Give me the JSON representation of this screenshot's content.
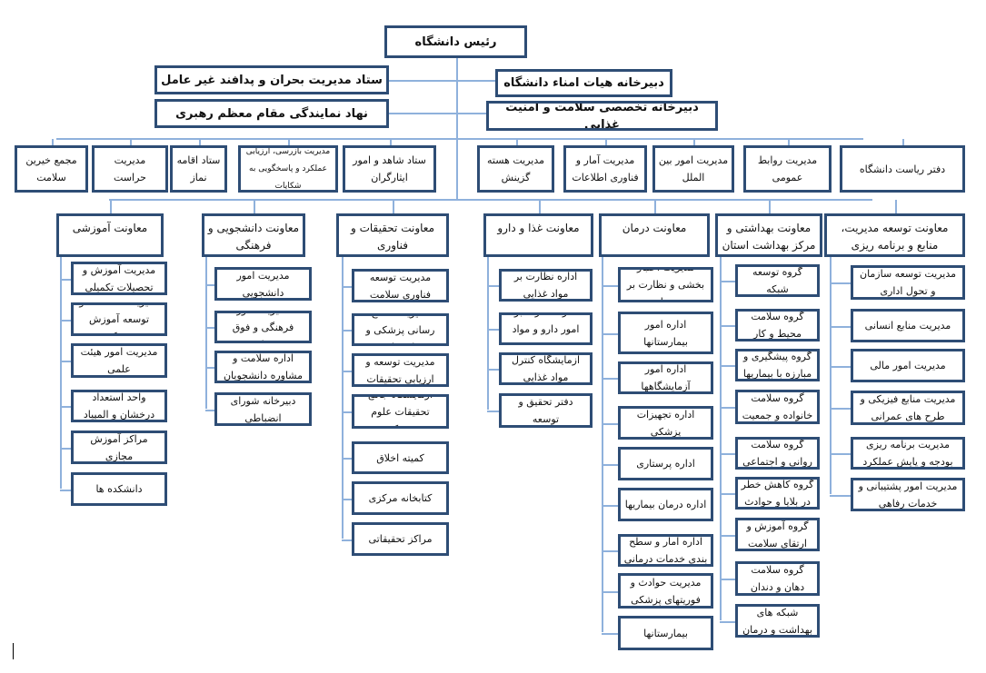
{
  "root": "رئیس دانشگاه",
  "staff_left": [
    "ستاد مدیریت بحران و پدافند غیر عامل",
    "نهاد نمایندگی مقام معظم رهبری"
  ],
  "staff_right": [
    "دبیرخانه هیات امناء دانشگاه",
    "دبیرخانه تخصصی سلامت و امنیت غذایی"
  ],
  "offices": [
    "مجمع خیرین سلامت",
    "مدیریت حراست",
    "ستاد اقامه نماز",
    "مدیریت بازرسی، ارزیابی عملکرد و پاسخگویی به شکایات",
    "ستاد شاهد و امور ایثارگران",
    "مدیریت هسته گزینش",
    "مدیریت آمار و فناوری اطلاعات",
    "مدیریت امور بین الملل",
    "مدیریت روابط عمومی",
    "دفتر ریاست دانشگاه"
  ],
  "deputies": [
    {
      "title": "معاونت آموزشی",
      "units": [
        "مدیریت آموزش و تحصیلات تکمیلی",
        "مدیریت مطالعات و توسعه آموزش پزشکی",
        "مدیریت امور هیئت علمی",
        "واحد استعداد درخشان و المپیاد",
        "مراکز آموزش مجازی",
        "دانشکده ها"
      ]
    },
    {
      "title": "معاونت دانشجویی و فرهنگی",
      "units": [
        "مدیریت امور دانشجویی",
        "مدیریت امور فرهنگی و فوق برنامه",
        "اداره سلامت و مشاوره دانشجویان",
        "دبیرخانه شورای انضباطی"
      ]
    },
    {
      "title": "معاونت تحقیقات و فناوری",
      "units": [
        "مدیریت توسعه فناوری سلامت",
        "مدیریت اطلاع رسانی پزشکی و منابع علمی",
        "مدیریت توسعه و ارزیابی تحقیقات",
        "آزمایشگاه جامع تحقیقات علوم پزشکی",
        "کمیته اخلاق",
        "کتابخانه مرکزی",
        "مراکز تحقیقاتی"
      ]
    },
    {
      "title": "معاونت غذا و دارو",
      "units": [
        "اداره نظارت بر مواد غذایی",
        "اداره نظارت بر امور دارو و مواد مخدر",
        "آزمایشگاه کنترل مواد غذایی",
        "دفتر تحقیق و توسعه"
      ]
    },
    {
      "title": "معاونت درمان",
      "units": [
        "مدیریت اعتبار بخشی و نظارت بر درمان",
        "اداره امور بیمارستانها",
        "اداره امور آزمایشگاهها",
        "اداره تجهیزات پزشکی",
        "اداره پرستاری",
        "اداره درمان بیماریها",
        "اداره آمار و سطح بندی خدمات درمانی",
        "مدیریت حوادث و فوریتهای پزشکی",
        "بیمارستانها"
      ]
    },
    {
      "title": "معاونت بهداشتی و مرکز بهداشت استان",
      "units": [
        "گروه توسعه شبکه",
        "گروه سلامت محیط و کار",
        "گروه پیشگیری و مبارزه با بیماریها",
        "گروه سلامت خانواده و جمعیت",
        "گروه سلامت روانی و اجتماعی",
        "گروه کاهش خطر در بلایا و حوادث",
        "گروه آموزش و ارتقای سلامت",
        "گروه سلامت دهان و دندان",
        "شبکه های بهداشت و درمان"
      ]
    },
    {
      "title": "معاونت توسعه مدیریت، منابع و برنامه ریزی",
      "units": [
        "مدیریت توسعه سازمان و تحول اداری",
        "مدیریت منابع انسانی",
        "مدیریت امور مالی",
        "مدیریت منابع فیزیکی و طرح های عمرانی",
        "مدیریت برنامه ریزی بودجه و پایش عملکرد",
        "مدیریت امور پشتیبانی و خدمات رفاهی"
      ]
    }
  ],
  "colors": {
    "box_border": "#2e4d75",
    "connector": "#8fb1dc"
  }
}
